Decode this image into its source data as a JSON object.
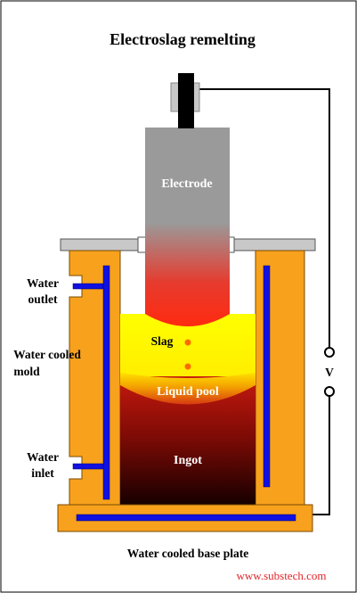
{
  "title": "Electroslag remelting",
  "labels": {
    "electrode": "Electrode",
    "water_outlet_line1": "Water",
    "water_outlet_line2": "outlet",
    "water_cooled_mold_line1": "Water cooled",
    "water_cooled_mold_line2": "mold",
    "slag": "Slag",
    "liquid_pool": "Liquid pool",
    "ingot": "Ingot",
    "water_inlet_line1": "Water",
    "water_inlet_line2": "inlet",
    "voltage": "V",
    "base_plate": "Water cooled base plate",
    "credit": "www.substech.com"
  },
  "colors": {
    "mold": "#f7a11d",
    "water_channel": "#1010e0",
    "electrode": "#999999",
    "slag": "#ffff00",
    "liquid_pool": "#f0a000",
    "ingot_top": "#d01010",
    "ingot_bottom": "#1a0000",
    "clamp": "#000000",
    "lid": "#c8c8c8",
    "circuit_wire": "#000000",
    "credit_text": "#e0242a"
  }
}
